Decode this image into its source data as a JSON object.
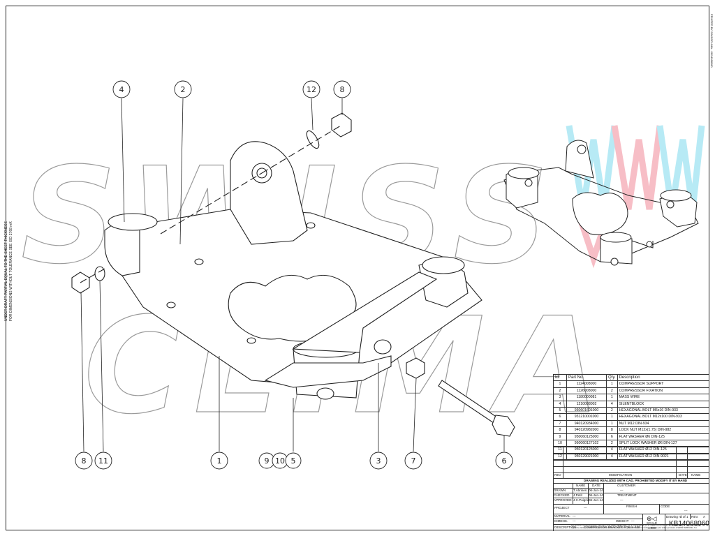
{
  "side_note": {
    "line1": "UNDER DRAFT PARTIAL EQUAL TO THE SHEET THICKNESS",
    "line2": "FOR DIMENSIONS WITHOUT TOLERANCE SEE ISO 2768 mK"
  },
  "right_note": "PRINTED BY SWISSCLIMA - KB14068060",
  "watermark": {
    "line1": "SWISS",
    "line2": "CLIMA"
  },
  "balloons": [
    "4",
    "2",
    "12",
    "8",
    "8",
    "11",
    "1",
    "9",
    "10",
    "5",
    "3",
    "7",
    "6"
  ],
  "parts_table": {
    "headers": [
      "Id.",
      "Part No.",
      "Qty.",
      "Description"
    ],
    "rows": [
      [
        "1",
        "1124008000",
        "1",
        "COMPRESSOR SUPPORT"
      ],
      [
        "2",
        "1126008000",
        "2",
        "COMPRESSOR FIXATION"
      ],
      [
        "3",
        "1180000081",
        "1",
        "MASS WIRE"
      ],
      [
        "4",
        "1210008002",
        "4",
        "SILENTBLOCK"
      ],
      [
        "5",
        "930601601000",
        "2",
        "HEXAGONAL BOLT M6x16 DIN-933"
      ],
      [
        "6",
        "931210001000",
        "1",
        "HEXAGONAL BOLT M12x100 DIN-933"
      ],
      [
        "7",
        "940120934000",
        "1",
        "NUT M12 DIN-934"
      ],
      [
        "8",
        "940120982000",
        "8",
        "LOCK NUT M12x(1.75) DIN-982"
      ],
      [
        "9",
        "950060125000",
        "6",
        "FLAT WASHER Ø6 DIN-125"
      ],
      [
        "10",
        "950060127102",
        "2",
        "SPLIT LOCK WASHER Ø6 DIN-127"
      ],
      [
        "11",
        "950120125000",
        "4",
        "FLAT WASHER Ø12 DIN-125"
      ],
      [
        "12",
        "950129021000",
        "4",
        "FLAT WASHER Ø12 DIN-9021"
      ]
    ]
  },
  "title_block": {
    "rev_label": "REV",
    "modification_label": "MODIFICATION",
    "date_label": "DATE",
    "name_label": "NAME",
    "notice": "DRAWING REALIZED WITH CAD. PROHIBITED MODIFY IT BY HAND",
    "customer_label": "CUSTOMER",
    "customer_value": "---",
    "treatment_label": "TREATMENT",
    "treatment_value": "---",
    "drawn_label": "DRAWN",
    "drawn_name": "T.Abrines",
    "drawn_date": "06-Jun-14",
    "checked_label": "CHECKED",
    "checked_name": "J.Petit",
    "checked_date": "06-Jun-14",
    "approved_label": "APPROVED",
    "approved_name": "J.C.Puigrià",
    "approved_date": "06-Jun-14",
    "project_label": "PROJECT",
    "project_value": "---",
    "finish_label": "FINISH",
    "code_label": "CODE",
    "code_value": "---",
    "material_label": "MATERIAL",
    "material_value": "---",
    "dimens_label": "DIMENS.",
    "dimens_value": "---",
    "weight_label": "WEIGHT",
    "weight_value": "---",
    "scale_label": "SCALE",
    "scale_value": "1:000",
    "drawing_no_label": "Drawing nº",
    "sheet_value": "1 of 1",
    "rev_box_label": "REV.",
    "rev_value": "A",
    "description_label": "DESCRIPTION",
    "description_value": "COMPRESSOR BRACKET FOR K-630",
    "drawing_number": "KB14068060",
    "legal": "This document contains proprietary information of the SWISS TEMPCLIMA, S.A. It is transmitted to you in confidence and trust, and is to be returned upon request. Its contents may not be disclosed in whole or in part to others or used for other than the purpose for which transmitted without the prior written permission of SWISS TEMPCLIMA, S.A."
  },
  "colors": {
    "line": "#222222",
    "watermark_stroke": "#9a9a9a",
    "wm_cyan": "#9fe3f2",
    "wm_red": "#f5a9b4"
  }
}
